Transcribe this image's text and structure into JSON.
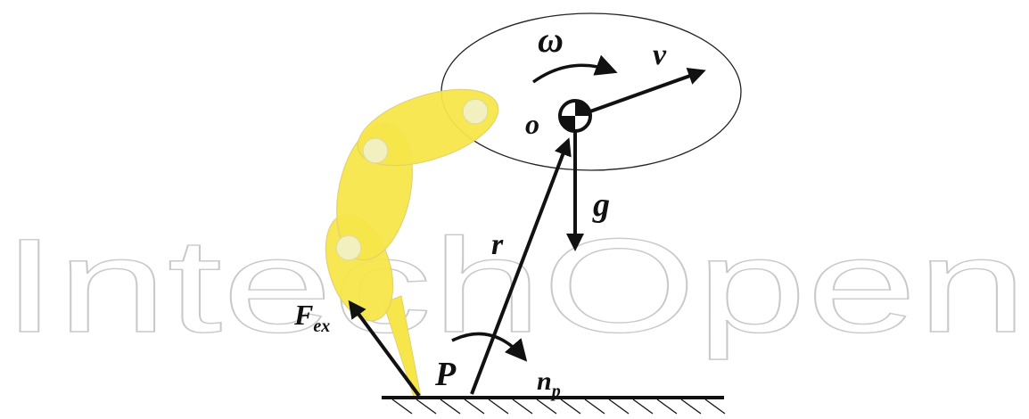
{
  "watermark": "IntechOpen",
  "labels": {
    "omega": "ω",
    "v": "v",
    "o": "o",
    "g": "g",
    "r": "r",
    "F": "F",
    "F_sub": "ex",
    "P": "P",
    "n": "n",
    "n_sub": "p"
  },
  "colors": {
    "limb_fill": "#f7e64a",
    "limb_stroke": "#e2d070",
    "joint_fill": "#f3f0bf",
    "ink": "#111111",
    "watermark_stroke": "#c9c9c9"
  }
}
